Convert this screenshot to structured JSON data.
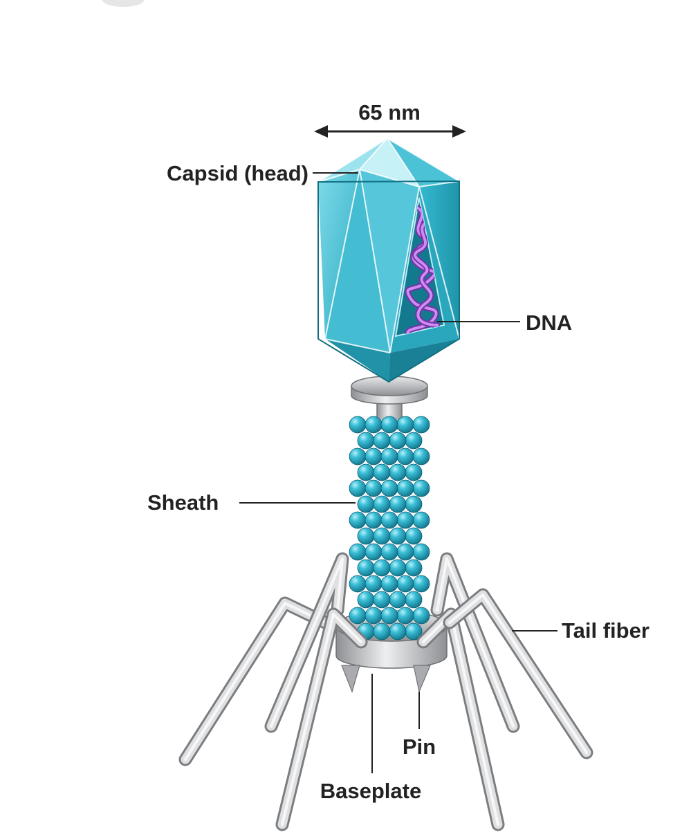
{
  "labels": {
    "dimension": "65 nm",
    "capsid": "Capsid (head)",
    "dna": "DNA",
    "sheath": "Sheath",
    "tail_fiber": "Tail fiber",
    "pin": "Pin",
    "baseplate": "Baseplate"
  },
  "colors": {
    "capsid": "#2fb3c9",
    "capsid_dark": "#1e8ea3",
    "sheath_bead": "#22a6c0",
    "dna": "#a35bd0",
    "metal": "#c5c7ca",
    "text": "#222222"
  }
}
